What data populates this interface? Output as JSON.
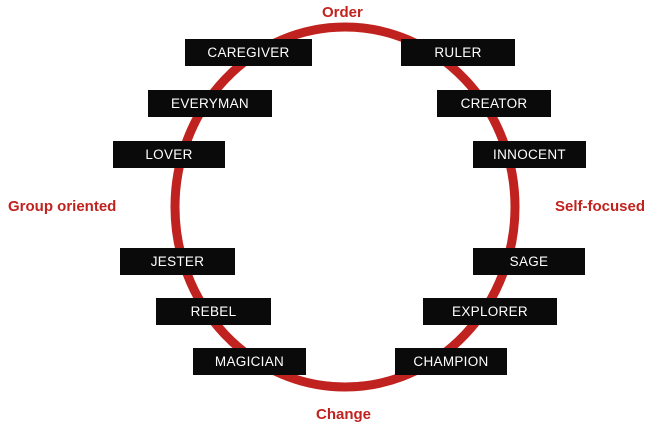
{
  "colors": {
    "ring": "#c0231f",
    "axis_label": "#c0231f",
    "box_background": "#0a0a0a",
    "box_text": "#ffffff",
    "background": "#ffffff"
  },
  "axes": {
    "top": "Order",
    "bottom": "Change",
    "left": "Group oriented",
    "right": "Self-focused"
  },
  "archetypes": {
    "caregiver": "CAREGIVER",
    "everyman": "EVERYMAN",
    "lover": "LOVER",
    "jester": "JESTER",
    "rebel": "REBEL",
    "magician": "MAGICIAN",
    "ruler": "RULER",
    "creator": "CREATOR",
    "innocent": "INNOCENT",
    "sage": "SAGE",
    "explorer": "EXPLORER",
    "champion": "CHAMPION"
  }
}
